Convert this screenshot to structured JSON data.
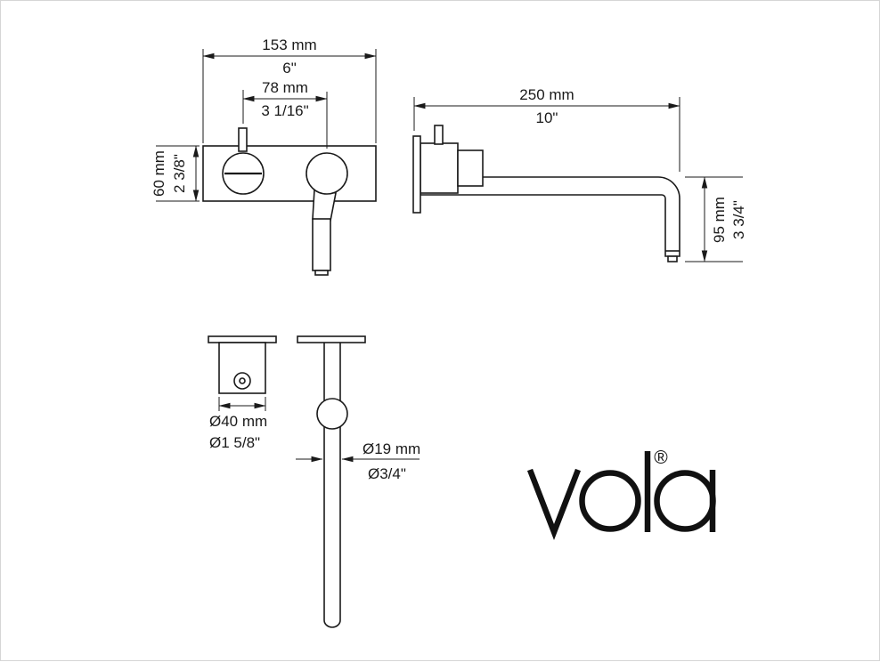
{
  "dims": {
    "plate_width_mm": "153 mm",
    "plate_width_in": "6\"",
    "center_spacing_mm": "78 mm",
    "center_spacing_in": "3 1/16\"",
    "plate_height_mm": "60 mm",
    "plate_height_in": "2 3/8\"",
    "spout_reach_mm": "250 mm",
    "spout_reach_in": "10\"",
    "spout_drop_mm": "95 mm",
    "spout_drop_in": "3 3/4\"",
    "handle_diameter_mm": "Ø40 mm",
    "handle_diameter_in": "Ø1 5/8\"",
    "spout_diameter_mm": "Ø19 mm",
    "spout_diameter_in": "Ø3/4\""
  },
  "logo": {
    "wordmark": "vola",
    "registered_mark": "®"
  }
}
